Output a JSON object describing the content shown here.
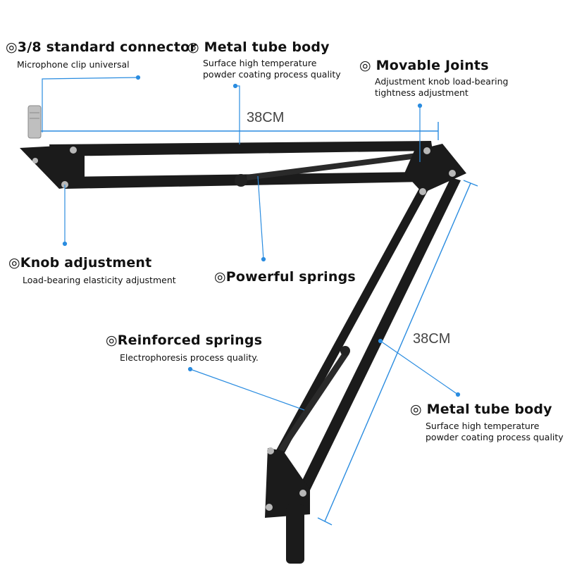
{
  "callouts": {
    "connector": {
      "title": "◎3/8 standard connector",
      "sub": "Microphone clip universal"
    },
    "metal_top": {
      "title": "◎ Metal tube body",
      "sub1": "Surface high temperature",
      "sub2": "powder coating process quality"
    },
    "joints": {
      "title": "◎ Movable Joints",
      "sub1": "Adjustment knob load-bearing",
      "sub2": "tightness adjustment"
    },
    "knob": {
      "title": "◎Knob adjustment",
      "sub": "Load-bearing elasticity adjustment"
    },
    "powerful": {
      "title": "◎Powerful springs"
    },
    "reinforced": {
      "title": "◎Reinforced springs",
      "sub": "Electrophoresis process quality."
    },
    "metal_bottom": {
      "title": "◎ Metal tube body",
      "sub1": "Surface high temperature",
      "sub2": "powder coating process quality"
    }
  },
  "dimensions": {
    "top": "38CM",
    "right": "38CM"
  },
  "colors": {
    "accent": "#2a8ce0",
    "arm": "#1b1b1b",
    "screw": "#b8b8b8"
  }
}
